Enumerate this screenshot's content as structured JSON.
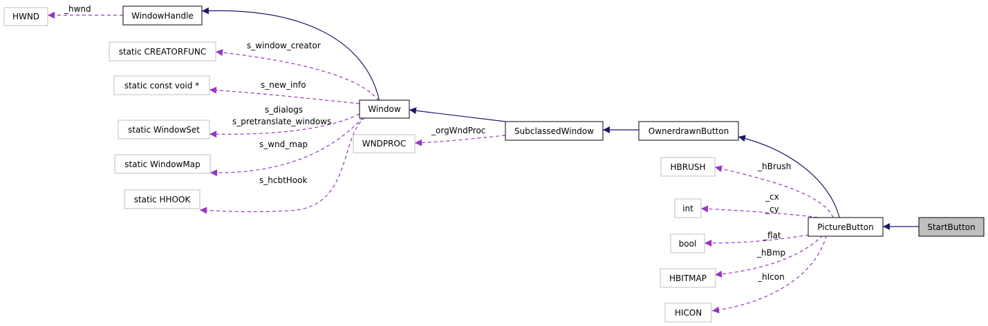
{
  "colors": {
    "inherit": "#191970",
    "member": "#9a32cd",
    "strong_border": "#000000",
    "faint_border": "#bfbfbf",
    "highlight_fill": "#bfbfbf"
  },
  "nodes": {
    "hwnd": "HWND",
    "windowhandle": "WindowHandle",
    "creatorfunc": "static CREATORFUNC",
    "constvoid": "static const void *",
    "windowset": "static WindowSet",
    "windowmap": "static WindowMap",
    "hhook": "static HHOOK",
    "window": "Window",
    "wndproc": "WNDPROC",
    "subclassed": "SubclassedWindow",
    "ownerdrawn": "OwnerdrawnButton",
    "hbrush": "HBRUSH",
    "int": "int",
    "bool": "bool",
    "hbitmap": "HBITMAP",
    "hicon": "HICON",
    "picture": "PictureButton",
    "start": "StartButton"
  },
  "edges": {
    "hwnd_label": "_hwnd",
    "creator_label": "s_window_creator",
    "newinfo_label": "s_new_info",
    "dialogs_label": "s_dialogs",
    "pretranslate_label": "s_pretranslate_windows",
    "wndmap_label": "s_wnd_map",
    "hcbthook_label": "s_hcbtHook",
    "orgwndproc_label": "_orgWndProc",
    "hbrush_label": "_hBrush",
    "cx_label": "_cx",
    "cy_label": "_cy",
    "flat_label": "_flat",
    "hbmp_label": "_hBmp",
    "hicon_label": "_hIcon"
  }
}
